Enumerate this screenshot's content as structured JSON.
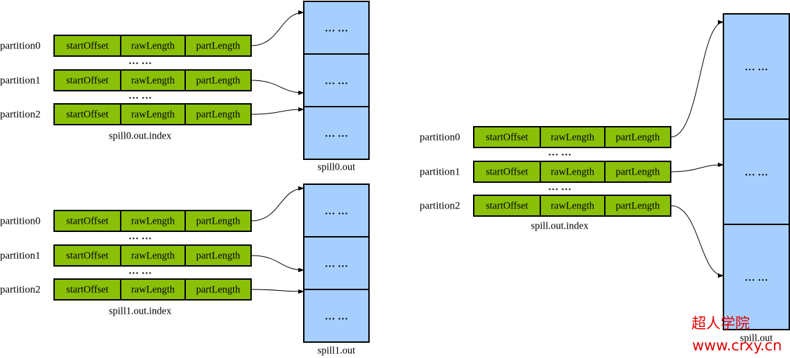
{
  "fields": [
    "startOffset",
    "rawLength",
    "partLength"
  ],
  "partitions": [
    "partition0",
    "partition1",
    "partition2"
  ],
  "ellipsis": "… …",
  "groups": [
    {
      "index_caption": "spill0.out.index",
      "file_caption": "spill0.out"
    },
    {
      "index_caption": "spill1.out.index",
      "file_caption": "spill1.out"
    },
    {
      "index_caption": "spill.out.index",
      "file_caption": "spill.out"
    }
  ],
  "watermark": {
    "line1": "超人学院",
    "line2": "www.crxy.cn"
  },
  "colors": {
    "field_cell": "#8ac007",
    "file_block": "#a6cfff",
    "watermark": "#e00000"
  }
}
